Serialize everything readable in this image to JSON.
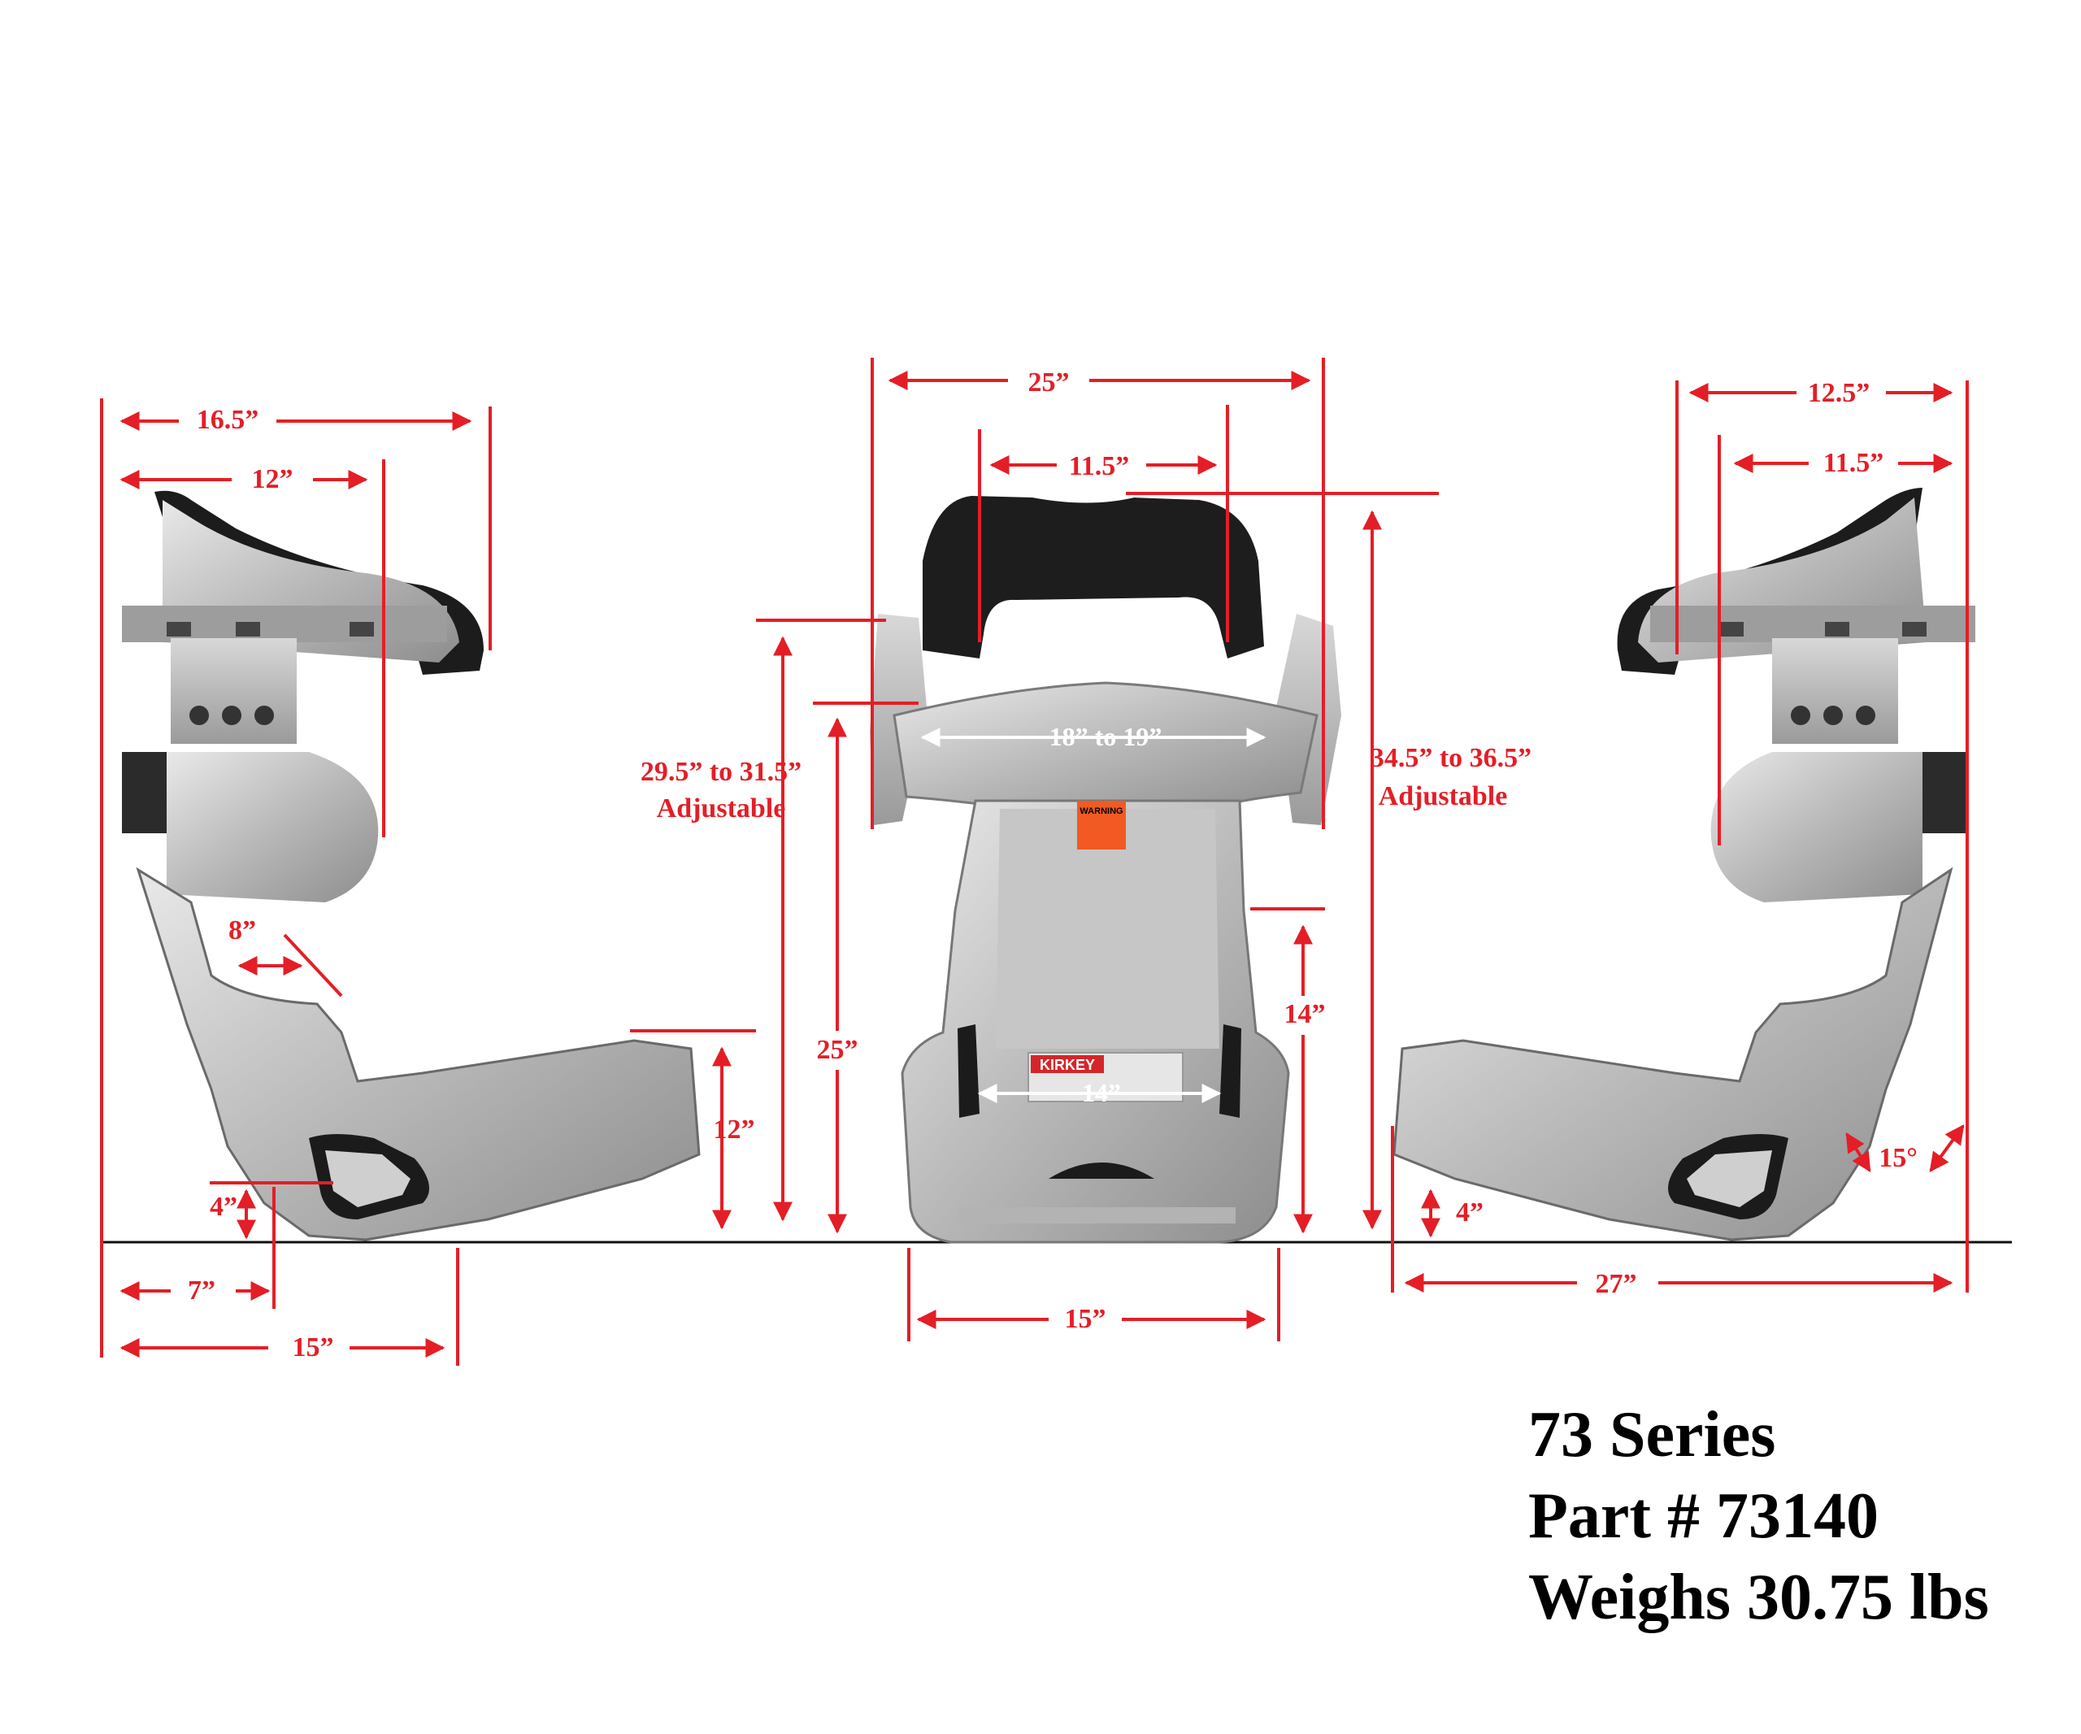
{
  "colors": {
    "dimension": "#e41e26",
    "ground": "#111111",
    "aluminum": "#c9c9c9",
    "foam": "#1c1c1c"
  },
  "info": {
    "series": "73 Series",
    "part": "Part # 73140",
    "weight": "Weighs 30.75 lbs"
  },
  "left_view": {
    "top_width": "16.5”",
    "head_width": "12”",
    "rib_offset": "8”",
    "seat_front_height": "12”",
    "lower_height": "4”",
    "front_offset": "7”",
    "base_length": "15”"
  },
  "front_view": {
    "overall_width": "25”",
    "head_opening": "11.5”",
    "shoulder_width": "18” to 19”",
    "seat_width": "14”",
    "shoulder_height_1": "29.5” to 31.5”",
    "shoulder_height_2": "Adjustable",
    "top_height_1": "34.5” to 36.5”",
    "top_height_2": "Adjustable",
    "back_height": "25”",
    "side_height": "14”",
    "base_width": "15”",
    "label_brand": "KIRKEY",
    "label_warning": "WARNING"
  },
  "right_view": {
    "top_width": "12.5”",
    "head_width": "11.5”",
    "recline_angle": "15°",
    "lower_height": "4”",
    "overall_length": "27”"
  }
}
